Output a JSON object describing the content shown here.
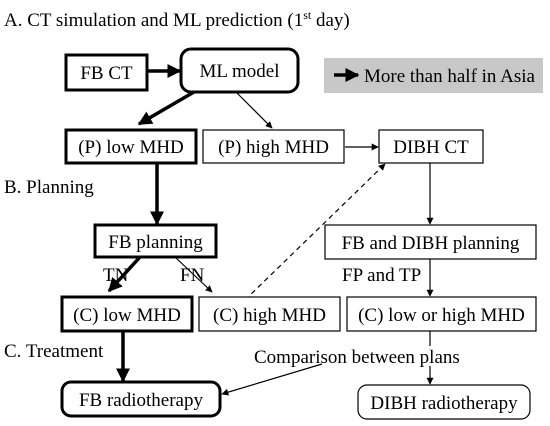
{
  "sections": {
    "a_prefix": "A. CT simulation and ML prediction (1",
    "a_sup": "st",
    "a_suffix": " day)",
    "b": "B. Planning",
    "c": "C. Treatment"
  },
  "legend": {
    "text": "More than half in Asia"
  },
  "nodes": {
    "fb_ct": "FB CT",
    "ml_model": "ML model",
    "p_low": "(P) low MHD",
    "p_high": "(P) high MHD",
    "dibh_ct": "DIBH CT",
    "fb_planning": "FB planning",
    "fb_dibh_planning": "FB and DIBH planning",
    "c_low": "(C) low MHD",
    "c_high": "(C) high MHD",
    "c_low_high": "(C) low or high MHD",
    "fb_radio": "FB radiotherapy",
    "dibh_radio": "DIBH radiotherapy"
  },
  "edge_labels": {
    "tn": "TN",
    "fn": "FN",
    "fp_tp": "FP and TP",
    "comparison": "Comparison between plans"
  }
}
